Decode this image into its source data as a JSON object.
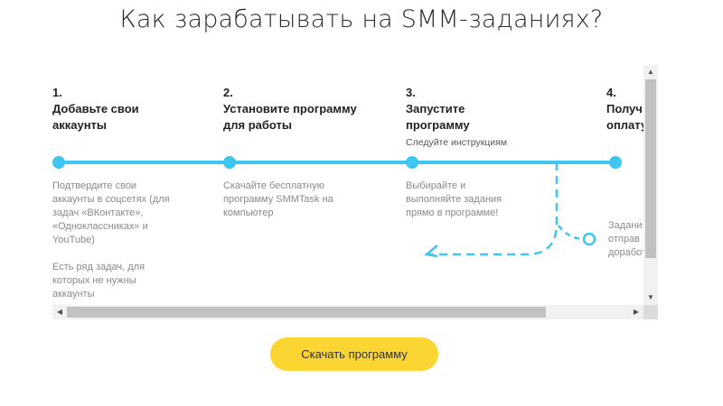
{
  "page": {
    "title": "Как зарабатывать на SMM-заданиях?"
  },
  "steps": [
    {
      "number": "1.",
      "title": "Добавьте свои\nаккаунты",
      "hint": "",
      "description": "Подтвердите свои\nаккаунты в соцсетях (для\nзадач «ВКонтакте»,\n«Одноклассниках» и\nYouTube)\n\nЕсть ряд задач, для\nкоторых не нужны\nаккаунты"
    },
    {
      "number": "2.",
      "title": "Установите программу\nдля работы",
      "hint": "",
      "description": "Скачайте бесплатную\nпрограмму SMMTask на\nкомпьютер"
    },
    {
      "number": "3.",
      "title": "Запустите\nпрограмму",
      "hint": "Следуйте инструкциям",
      "description": "Выбирайте и\nвыполняйте задания\nпрямо в программе!"
    },
    {
      "number": "4.",
      "title": "Получ\nоплату",
      "hint": "",
      "description": "Задани\nотправ\nдоработ"
    }
  ],
  "scrollbars": {
    "vertical": {
      "up_icon": "triangle-up-icon",
      "down_icon": "triangle-down-icon"
    },
    "horizontal": {
      "left_icon": "triangle-left-icon",
      "right_icon": "triangle-right-icon"
    }
  },
  "cta": {
    "label": "Скачать программу"
  },
  "colors": {
    "accent": "#40c4f0",
    "button": "#fbd532",
    "scroll_track": "#f1f1f1",
    "scroll_thumb": "#c1c1c1"
  }
}
